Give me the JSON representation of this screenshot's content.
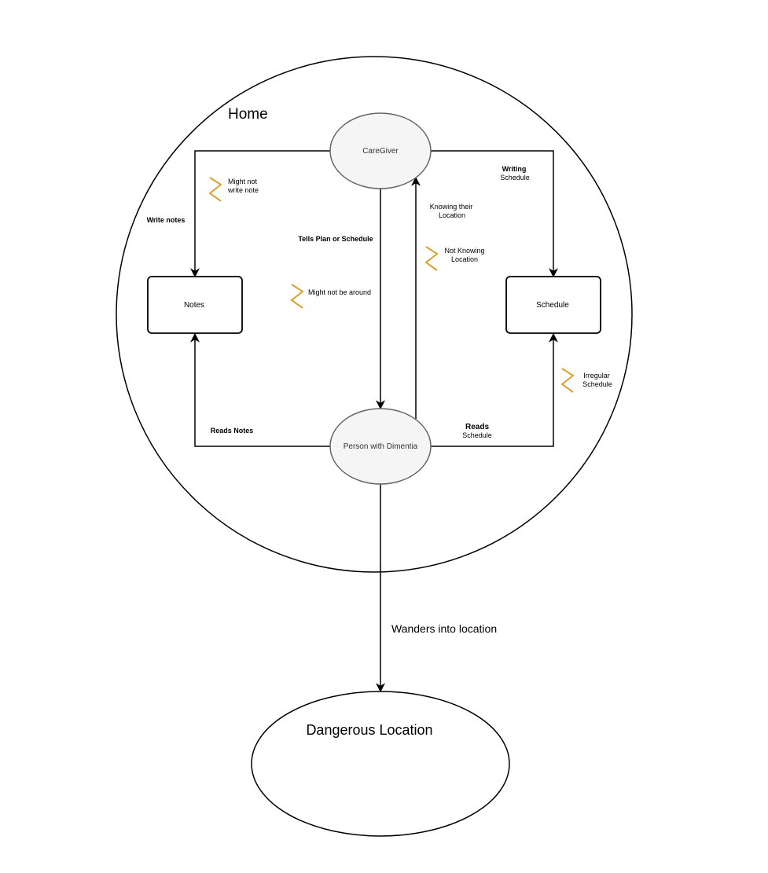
{
  "regions": {
    "home": "Home",
    "dangerous_location": "Dangerous Location"
  },
  "nodes": {
    "caregiver": "CareGiver",
    "person": "Person with Dimentia",
    "notes": "Notes",
    "schedule": "Schedule"
  },
  "edges": {
    "write_notes": "Write notes",
    "writing_schedule_bold": "Writing",
    "writing_schedule_rest": "Schedule",
    "tells_plan": "Tells Plan or Schedule",
    "knowing_location_1": "Knowing their",
    "knowing_location_2": "Location",
    "reads_notes": "Reads Notes",
    "reads_schedule_bold": "Reads",
    "reads_schedule_rest": "Schedule",
    "wanders": "Wanders into location"
  },
  "risks": {
    "might_not_write_1": "Might not",
    "might_not_write_2": "write note",
    "might_not_be_around": "Might not be around",
    "not_knowing_1": "Not Knowing",
    "not_knowing_2": "Location",
    "irregular_1": "Irregular",
    "irregular_2": "Schedule"
  },
  "colors": {
    "risk_mark": "#d6a230",
    "node_fill": "#f5f5f5",
    "node_stroke": "#666666",
    "line": "#000000"
  }
}
